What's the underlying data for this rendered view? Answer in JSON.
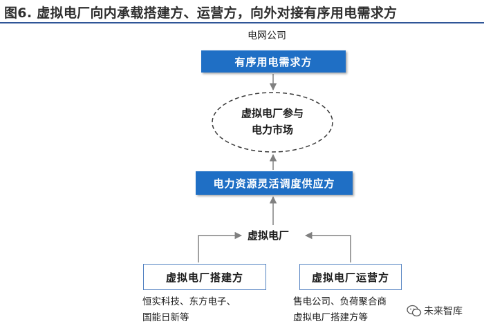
{
  "figure": {
    "title": "图6. 虚拟电厂向内承载搭建方、运营方，向外对接有序用电需求方"
  },
  "diagram": {
    "top_label": "电网公司",
    "demand_box": "有序用电需求方",
    "market_ellipse": {
      "line1": "虚拟电厂参与",
      "line2": "电力市场"
    },
    "supply_box": "电力资源灵活调度供应方",
    "vpp_label": "虚拟电厂",
    "builder": {
      "box": "虚拟电厂搭建方",
      "line1": "恒实科技、东方电子、",
      "line2": "国能日新等"
    },
    "operator": {
      "box": "虚拟电厂运营方",
      "line1": "售电公司、负荷聚合商",
      "line2": "虚拟电厂搭建方等"
    }
  },
  "watermark": {
    "icon": "wechat-icon",
    "text": "未来智库"
  },
  "colors": {
    "blue_fill": "#1f6fc5",
    "outline": "#4f7fc0",
    "title_rule": "#2f5597",
    "arrow": "#808080"
  }
}
